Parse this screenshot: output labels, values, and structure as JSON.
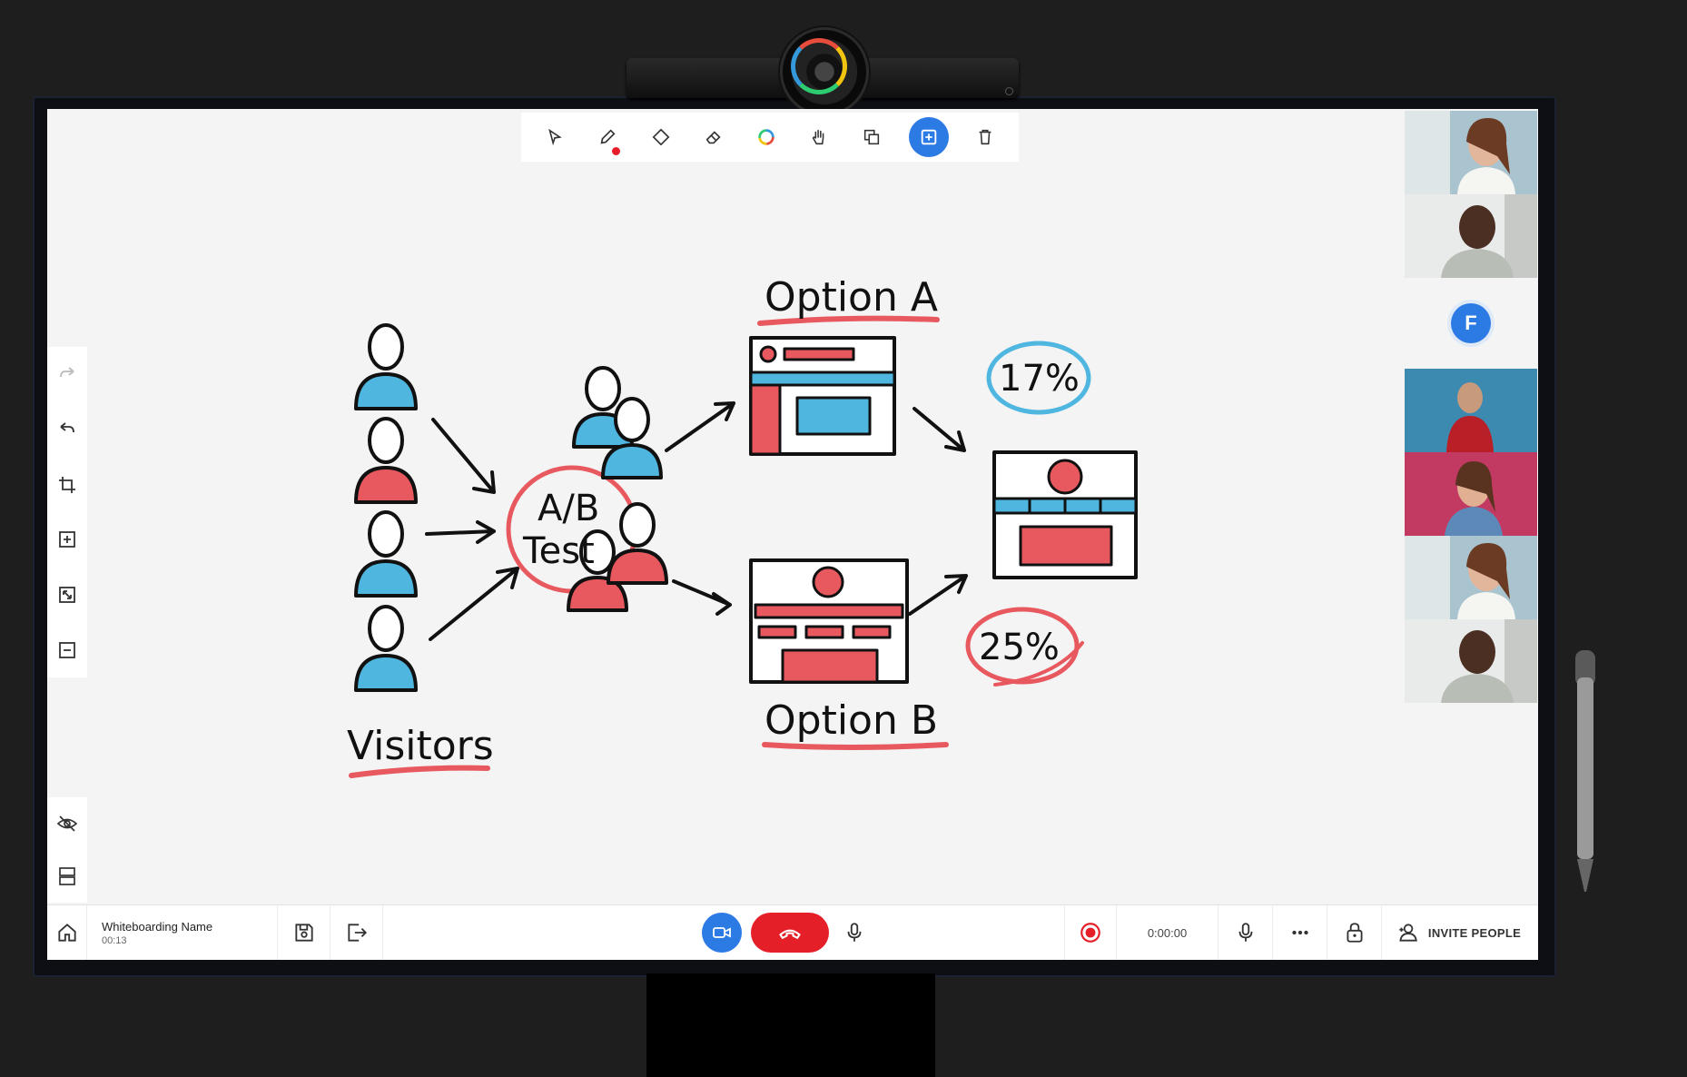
{
  "board": {
    "name": "Whiteboarding Name",
    "elapsed": "00:13"
  },
  "call": {
    "timer": "0:00:00",
    "invite_label": "INVITE PEOPLE"
  },
  "toolbar": {
    "tools": [
      "select",
      "pen",
      "shape",
      "eraser",
      "color",
      "pan",
      "layers",
      "add-frame",
      "delete"
    ],
    "active": "add-frame",
    "pen_color": "#e81c2b"
  },
  "participants": {
    "avatar_initial": "F"
  },
  "drawing": {
    "option_a": "Option A",
    "option_b": "Option B",
    "ab_line1": "A/B",
    "ab_line2": "Test",
    "pct_a": "17%",
    "pct_b": "25%",
    "visitors": "Visitors"
  },
  "colors": {
    "accent": "#2c7be5",
    "hangup": "#e51f28",
    "sketch_red": "#e8595f",
    "sketch_blue": "#4fb6e0"
  }
}
